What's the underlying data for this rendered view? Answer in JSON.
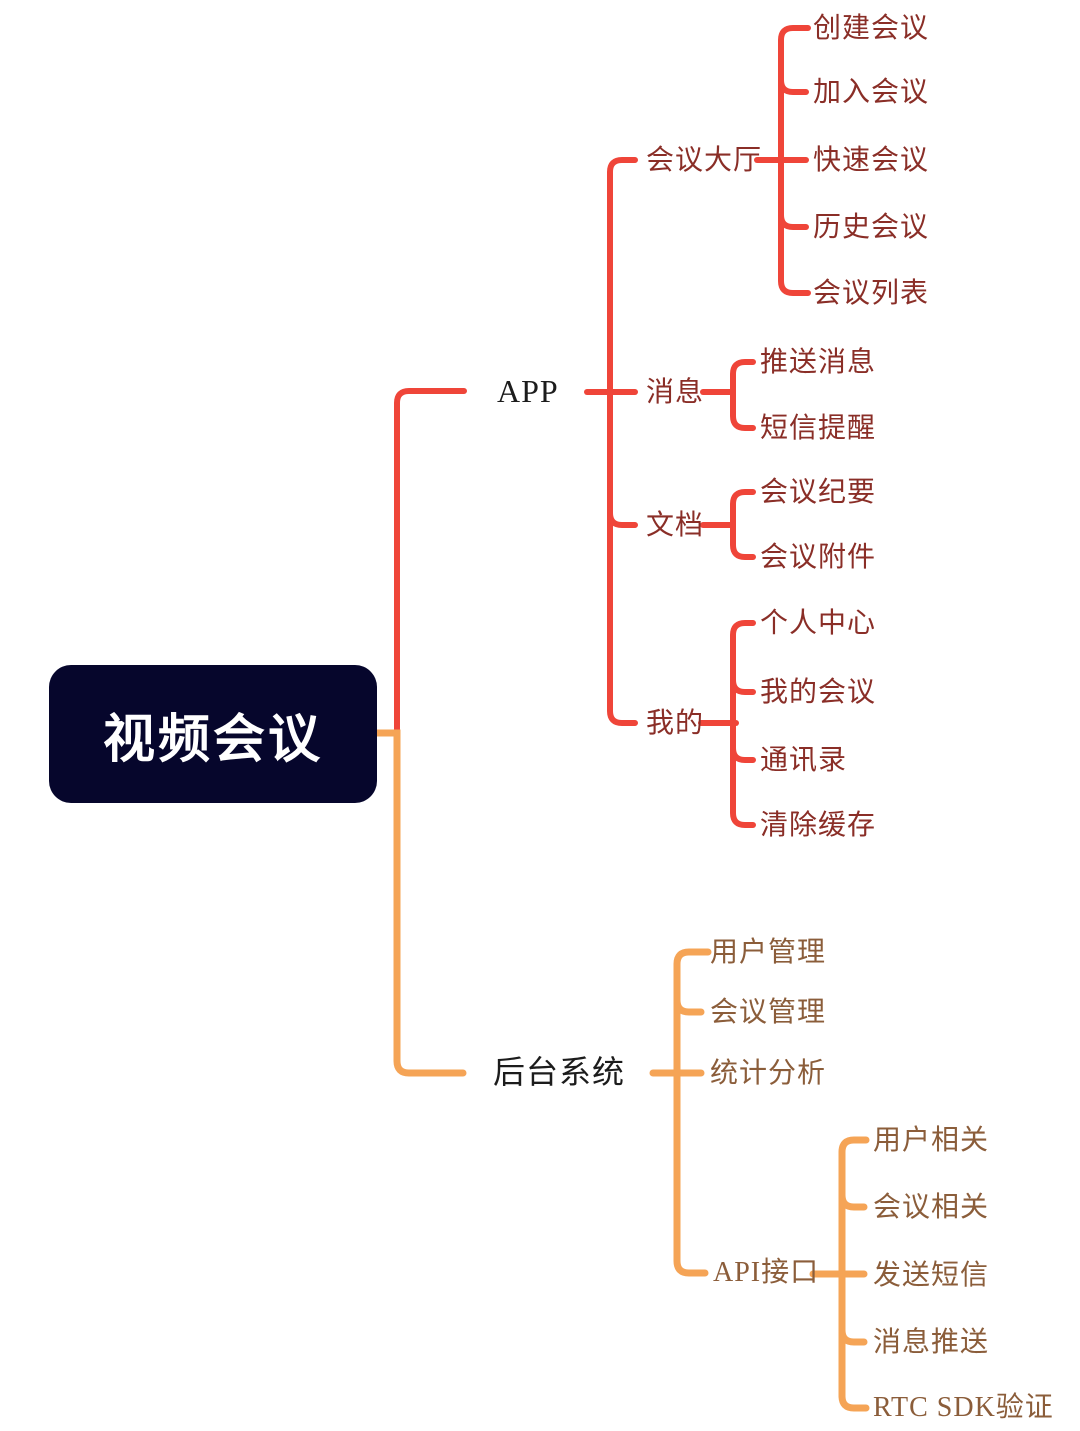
{
  "colors": {
    "background": "#ffffff",
    "app_branch_line": "#ef4539",
    "backend_branch_line": "#f5a456",
    "app_child_text": "#8a2e27",
    "backend_child_text": "#8b5d3a",
    "level1_text": "#1c1c1c",
    "root_bg": "#06062c",
    "root_text": "#ffffff"
  },
  "root": {
    "label": "视频会议"
  },
  "branches": [
    {
      "label": "APP",
      "children": [
        {
          "label": "会议大厅",
          "children": [
            {
              "label": "创建会议"
            },
            {
              "label": "加入会议"
            },
            {
              "label": "快速会议"
            },
            {
              "label": "历史会议"
            },
            {
              "label": "会议列表"
            }
          ]
        },
        {
          "label": "消息",
          "children": [
            {
              "label": "推送消息"
            },
            {
              "label": "短信提醒"
            }
          ]
        },
        {
          "label": "文档",
          "children": [
            {
              "label": "会议纪要"
            },
            {
              "label": "会议附件"
            }
          ]
        },
        {
          "label": "我的",
          "children": [
            {
              "label": "个人中心"
            },
            {
              "label": "我的会议"
            },
            {
              "label": "通讯录"
            },
            {
              "label": "清除缓存"
            }
          ]
        }
      ]
    },
    {
      "label": "后台系统",
      "children": [
        {
          "label": "用户管理"
        },
        {
          "label": "会议管理"
        },
        {
          "label": "统计分析"
        },
        {
          "label": "API接口",
          "children": [
            {
              "label": "用户相关"
            },
            {
              "label": "会议相关"
            },
            {
              "label": "发送短信"
            },
            {
              "label": "消息推送"
            },
            {
              "label": "RTC SDK验证"
            }
          ]
        }
      ]
    }
  ]
}
